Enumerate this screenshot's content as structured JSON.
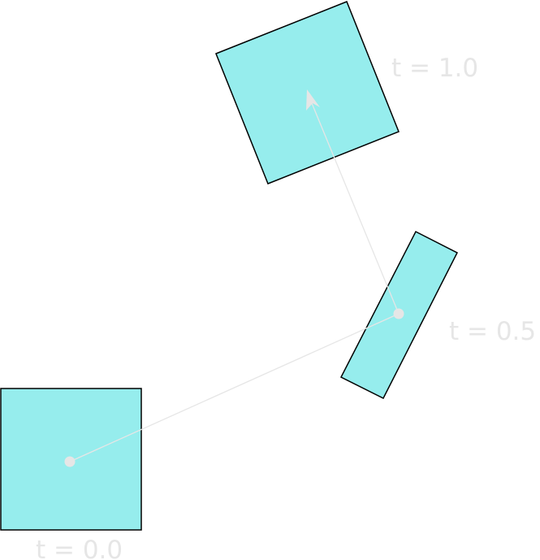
{
  "labels": {
    "t0": "t = 0.0",
    "t05": "t = 0.5",
    "t1": "t = 1.0"
  },
  "colors": {
    "fill": "#96eded",
    "stroke": "#000000",
    "guide": "#e6e6e6",
    "label": "#e6e6e6"
  }
}
